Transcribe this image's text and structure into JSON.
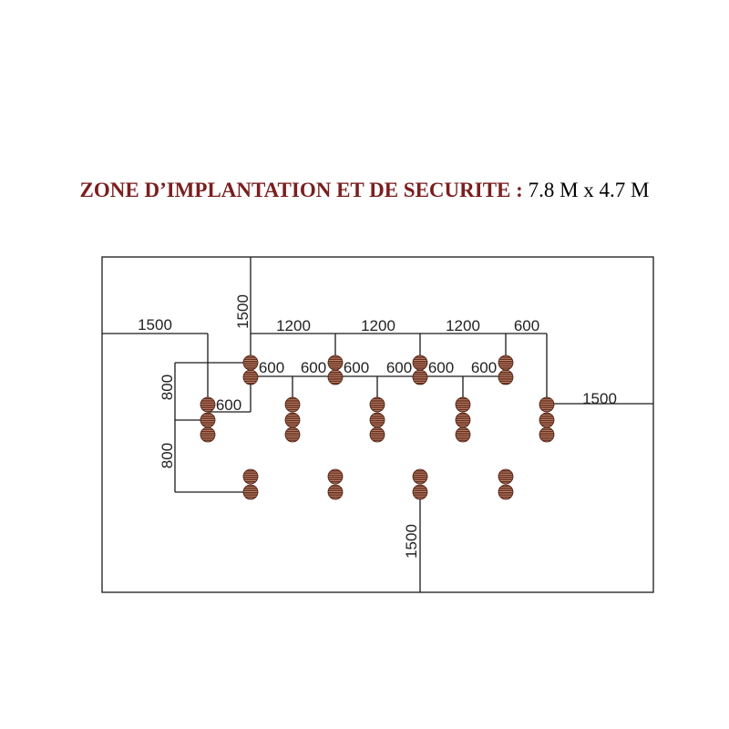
{
  "title": {
    "main": "ZONE D’IMPLANTATION ET DE SECURITE :",
    "dims": "7.8 M x 4.7 M"
  },
  "colors": {
    "title": "#7a1f1f",
    "post": "#6b2f1c",
    "line": "#1a1a1a"
  },
  "dimensions": {
    "top_clearance": "1500",
    "left_clearance": "1500",
    "right_clearance": "1500",
    "bottom_clearance": "1500",
    "row_spacing_1": "1200",
    "row_spacing_2": "1200",
    "row_spacing_3": "1200",
    "row_spacing_end": "600",
    "offset_left": "600",
    "offset_a": "600",
    "offset_b": "600",
    "offset_c": "600",
    "offset_d": "600",
    "offset_e": "600",
    "offset_f": "600",
    "vertical_upper": "800",
    "vertical_lower": "800"
  }
}
